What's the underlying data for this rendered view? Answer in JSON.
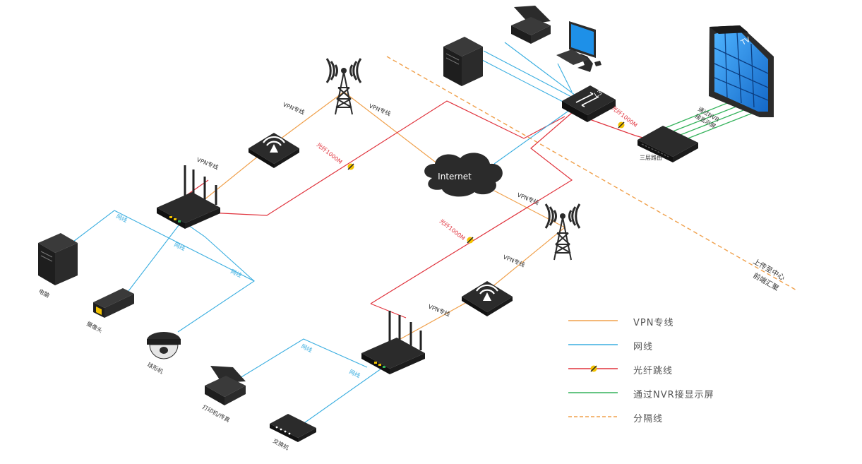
{
  "colors": {
    "vpn": "#f0a04b",
    "lan": "#3aaee0",
    "fiber": "#e0323c",
    "nvr": "#33b25a",
    "divider": "#f0a04b",
    "device": "#2b2b2b",
    "screen": "#1e90e8"
  },
  "labels": {
    "vpn1": "VPN专线",
    "vpn2": "VPN专线",
    "vpn3": "VPN专线",
    "vpn4": "VPN专线",
    "vpn5": "VPN专线",
    "vpn6": "VPN专线",
    "fiber1": "光纤1000M",
    "fiber2": "光纤1000M",
    "fiber3": "光纤1000M",
    "lan1": "网线",
    "lan2": "网线",
    "lan3": "网线",
    "lan4": "网线",
    "lan5": "网线",
    "nvr1": "通过NVR",
    "nvr2": "接显示屏",
    "internet": "Internet",
    "l3": "L3",
    "tv": "TV",
    "router_label": "三层路由",
    "pc": "电脑",
    "camera": "摄像头",
    "dome": "球形机",
    "printer": "打印机/传真",
    "switch": "交换机",
    "zone_upper": "上传至中心",
    "zone_lower": "前端汇聚"
  },
  "legend": [
    {
      "label": "VPN专线",
      "style": "vpn"
    },
    {
      "label": "网线",
      "style": "lan"
    },
    {
      "label": "光纤跳线",
      "style": "fiber"
    },
    {
      "label": "通过NVR接显示屏",
      "style": "nvr"
    },
    {
      "label": "分隔线",
      "style": "divider"
    }
  ]
}
